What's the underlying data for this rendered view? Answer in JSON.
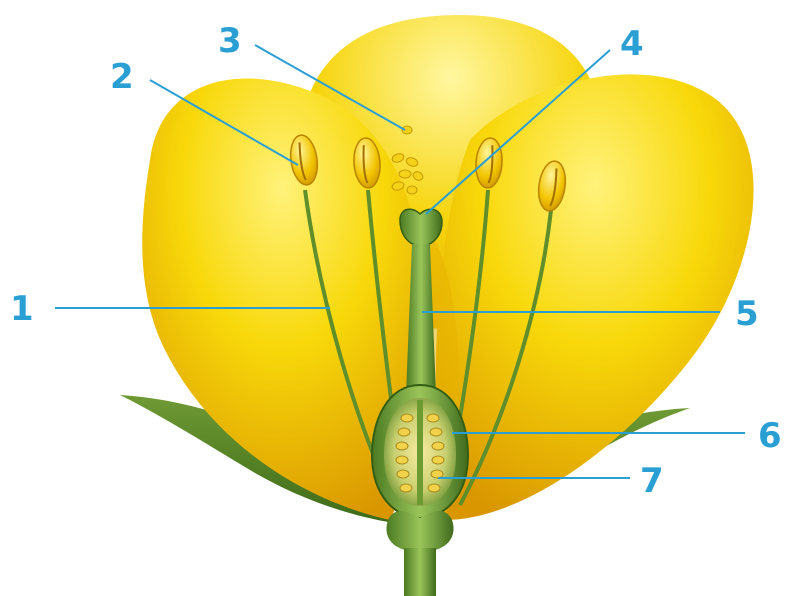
{
  "colors": {
    "label": "#2a9fd4",
    "leader": "#2a9fd4",
    "petal_light": "#fff06a",
    "petal_mid": "#f7d000",
    "petal_dark": "#d89a00",
    "stem_light": "#9cc25a",
    "stem_dark": "#3f6b1c",
    "anther": "#f5c800",
    "ovule": "#f3d24a"
  },
  "labels": [
    {
      "id": "1",
      "text": "1"
    },
    {
      "id": "2",
      "text": "2"
    },
    {
      "id": "3",
      "text": "3"
    },
    {
      "id": "4",
      "text": "4"
    },
    {
      "id": "5",
      "text": "5"
    },
    {
      "id": "6",
      "text": "6"
    },
    {
      "id": "7",
      "text": "7"
    }
  ]
}
